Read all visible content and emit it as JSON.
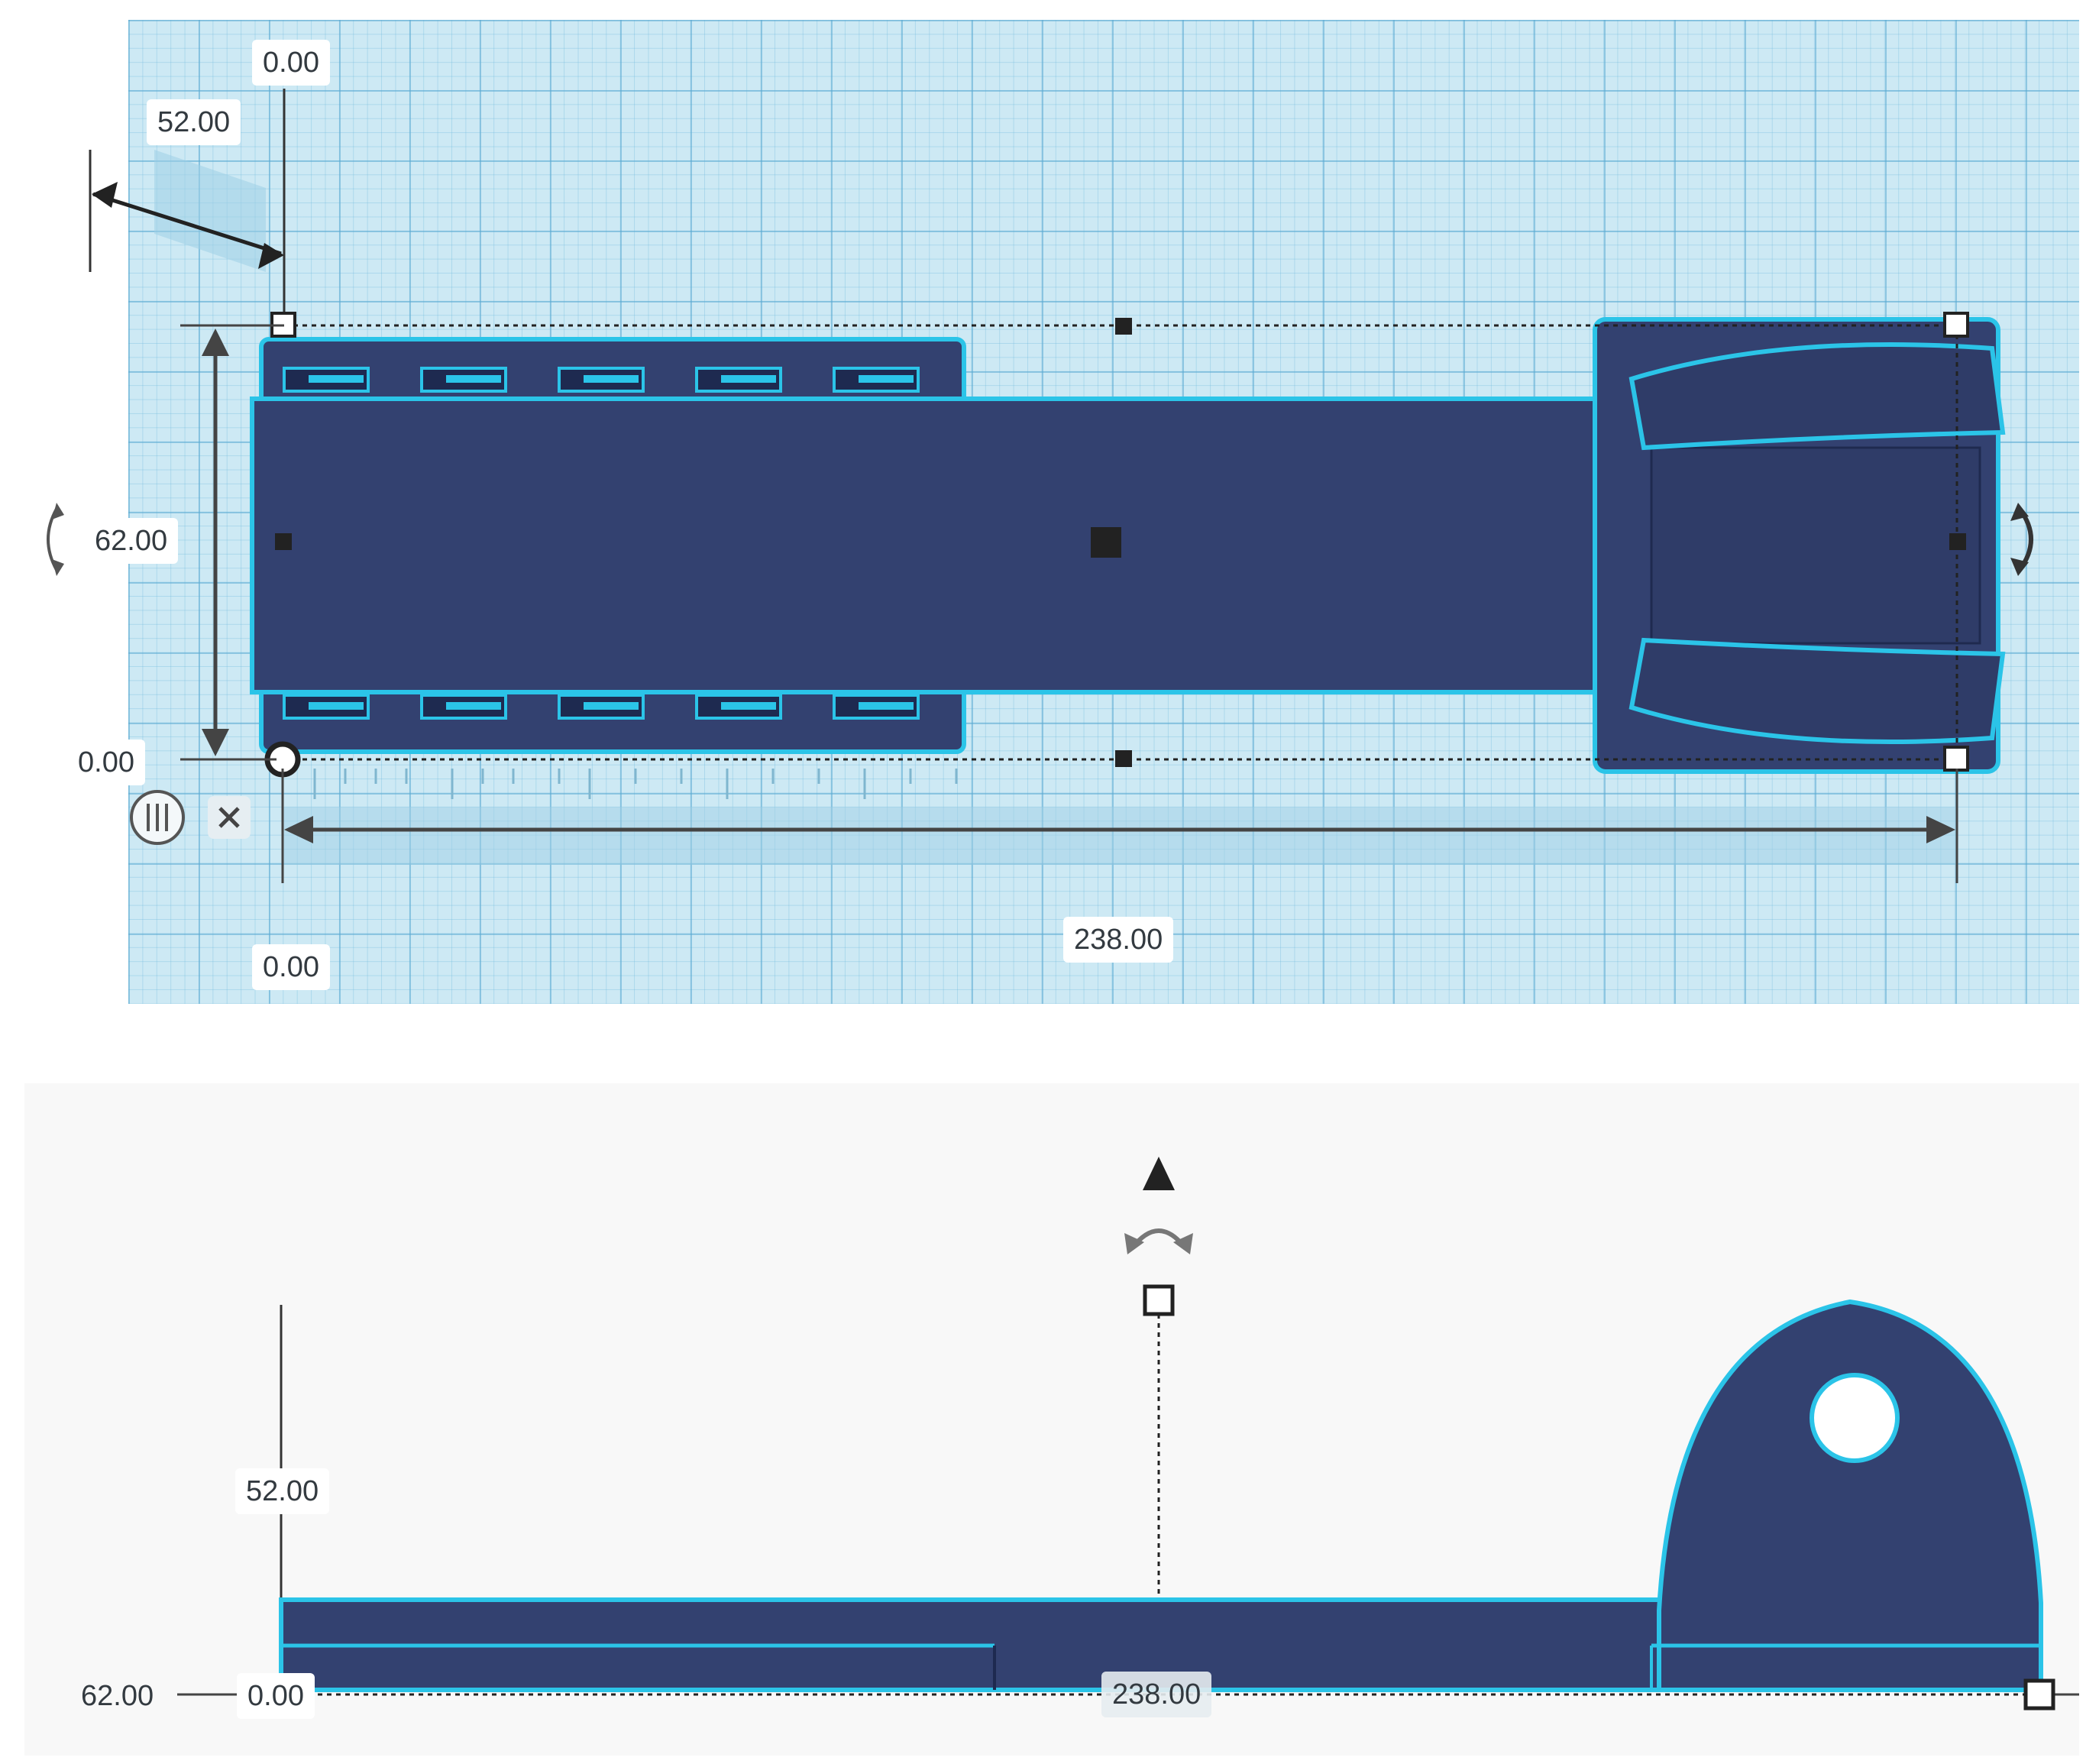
{
  "workplane": {
    "grid_color": "#cde9f4",
    "shape_color": "#334170",
    "outline_color": "#2bc4e8"
  },
  "top_view": {
    "labels": {
      "top_zero": "0.00",
      "rotation_value": "52.00",
      "height_value": "62.00",
      "left_zero": "0.00",
      "bottom_zero": "0.00",
      "width_value": "238.00"
    },
    "icons": [
      "ruler-icon",
      "close-icon",
      "rotate-icon"
    ]
  },
  "side_view": {
    "labels": {
      "height_value": "52.00",
      "depth_value": "62.00",
      "zero": "0.00",
      "width_value": "238.00"
    },
    "icons": [
      "up-arrow-icon",
      "rotate-icon"
    ]
  }
}
